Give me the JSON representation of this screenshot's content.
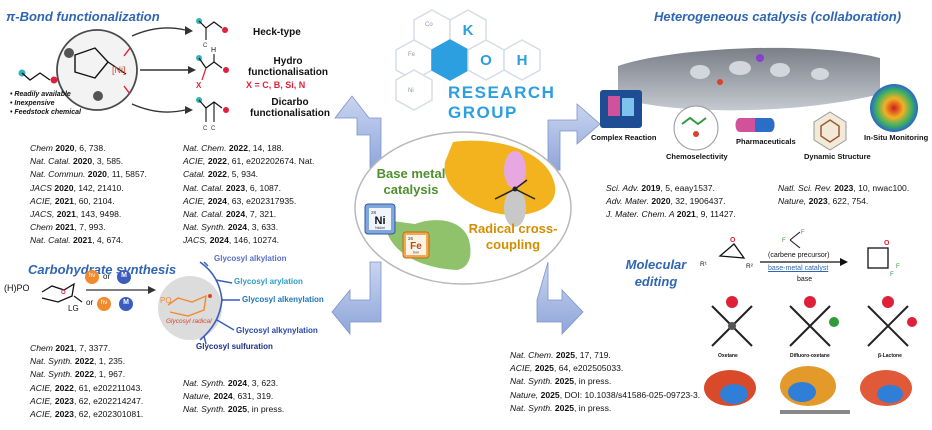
{
  "logo": {
    "hex_labels": [
      "Co",
      "K",
      "Fe",
      "O",
      "H",
      "Ni"
    ],
    "line1": "RESEARCH",
    "line2": "GROUP"
  },
  "pi_bond": {
    "title": "π-Bond functionalization",
    "catalyst_label": "[Ni]",
    "feedstock_notes": [
      "• Readily available",
      "• Inexpensive",
      "• Feedstock chemical"
    ],
    "products": [
      "Heck-type",
      "Hydro functionalisation",
      "X = C, B, Si, N",
      "Dicarbo functionalisation"
    ],
    "refs_left": [
      [
        "Chem ",
        "2020",
        ", 6, 738."
      ],
      [
        "Nat. Catal. ",
        "2020",
        ", 3, 585."
      ],
      [
        "Nat. Commun. ",
        "2020",
        ", 11, 5857."
      ],
      [
        "JACS ",
        "2020",
        ", 142, 21410."
      ],
      [
        "ACIE, ",
        "2021",
        ", 60, 2104."
      ],
      [
        "JACS, ",
        "2021",
        ", 143, 9498."
      ],
      [
        "Chem ",
        "2021",
        ", 7, 993."
      ],
      [
        "Nat. Catal. ",
        "2021",
        ", 4, 674."
      ]
    ],
    "refs_right": [
      [
        "Nat. Chem. ",
        "2022",
        ", 14, 188."
      ],
      [
        "ACIE, ",
        "2022",
        ", 61, e202202674. Nat."
      ],
      [
        "Catal. ",
        "2022",
        ", 5, 934."
      ],
      [
        "Nat. Catal. ",
        "2023",
        ", 6, 1087."
      ],
      [
        "ACIE, ",
        "2024",
        ", 63, e202317935."
      ],
      [
        "Nat. Catal. ",
        "2024",
        ", 7, 321."
      ],
      [
        "Nat. Synth. ",
        "2024",
        ", 3, 633."
      ],
      [
        "JACS, ",
        "2024",
        ", 146, 10274."
      ]
    ]
  },
  "carbohydrate": {
    "title": "Carbohydrate synthesis",
    "substrate_left": "(H)PO",
    "substrate_lg": "LG",
    "radical_po": "PO",
    "radical_label": "Glycosyl radical",
    "light": "hν",
    "or": "or",
    "metal": "M",
    "branches": [
      "Glycosyl alkylation",
      "Glycosyl arylation",
      "Glycosyl alkenylation",
      "Glycosyl alkynylation",
      "Glycosyl sulfuration"
    ],
    "refs_left": [
      [
        "Chem ",
        "2021",
        ", 7, 3377."
      ],
      [
        "Nat. Synth. ",
        "2022",
        ", 1, 235."
      ],
      [
        "Nat. Synth. ",
        "2022",
        ", 1, 967."
      ],
      [
        "ACIE, ",
        "2022",
        ", 61, e202211043."
      ],
      [
        "ACIE, ",
        "2023",
        ", 62, e202214247."
      ],
      [
        "ACIE, ",
        "2023",
        ", 62, e202301081."
      ]
    ],
    "refs_right": [
      [
        "Nat. Synth. ",
        "2024",
        ", 3, 623."
      ],
      [
        "Nature, ",
        "2024",
        ", 631, 319."
      ],
      [
        "Nat. Synth. ",
        "2025",
        ", in press."
      ]
    ]
  },
  "center": {
    "base_metal": "Base metal catalysis",
    "radical": "Radical cross-coupling",
    "ni_symbol": "Ni",
    "ni_name": "Nickel",
    "ni_number": "28",
    "fe_symbol": "Fe",
    "fe_name": "Iron",
    "fe_number": "26"
  },
  "heterogeneous": {
    "title": "Heterogeneous catalysis (collaboration)",
    "items": [
      "Complex Reaction",
      "Chemoselectivity",
      "Pharmaceuticals",
      "Dynamic Structure",
      "In-Situ Monitoring"
    ],
    "refs_left": [
      [
        "Sci. Adv. ",
        "2019",
        ", 5, eaay1537."
      ],
      [
        "Adv. Mater. ",
        "2020",
        ", 32, 1906437."
      ],
      [
        "J. Mater. Chem. A ",
        "2021",
        ", 9, 11427."
      ]
    ],
    "refs_right": [
      [
        "Natl. Sci. Rev. ",
        "2023",
        ", 10, nwac100."
      ],
      [
        "Nature, ",
        "2023",
        ", 622, 754."
      ]
    ]
  },
  "molecular_editing": {
    "title": "Molecular editing",
    "reagent": "(carbene precursor)",
    "catalyst": "base-metal catalyst",
    "base": "base",
    "structure_labels": [
      "Oxetane",
      "Difluoro-oxetane",
      "β-Lactone"
    ],
    "refs": [
      [
        "Nat. Chem. ",
        "2025",
        ", 17, 719."
      ],
      [
        "ACIE, ",
        "2025",
        ", 64, e202505033."
      ],
      [
        "Nat. Synth. ",
        "2025",
        ", in press."
      ],
      [
        "Nature, ",
        "2025",
        ", DOI: 10.1038/s41586-025-09723-3."
      ],
      [
        "Nat. Synth. ",
        "2025",
        ", in press."
      ]
    ]
  }
}
